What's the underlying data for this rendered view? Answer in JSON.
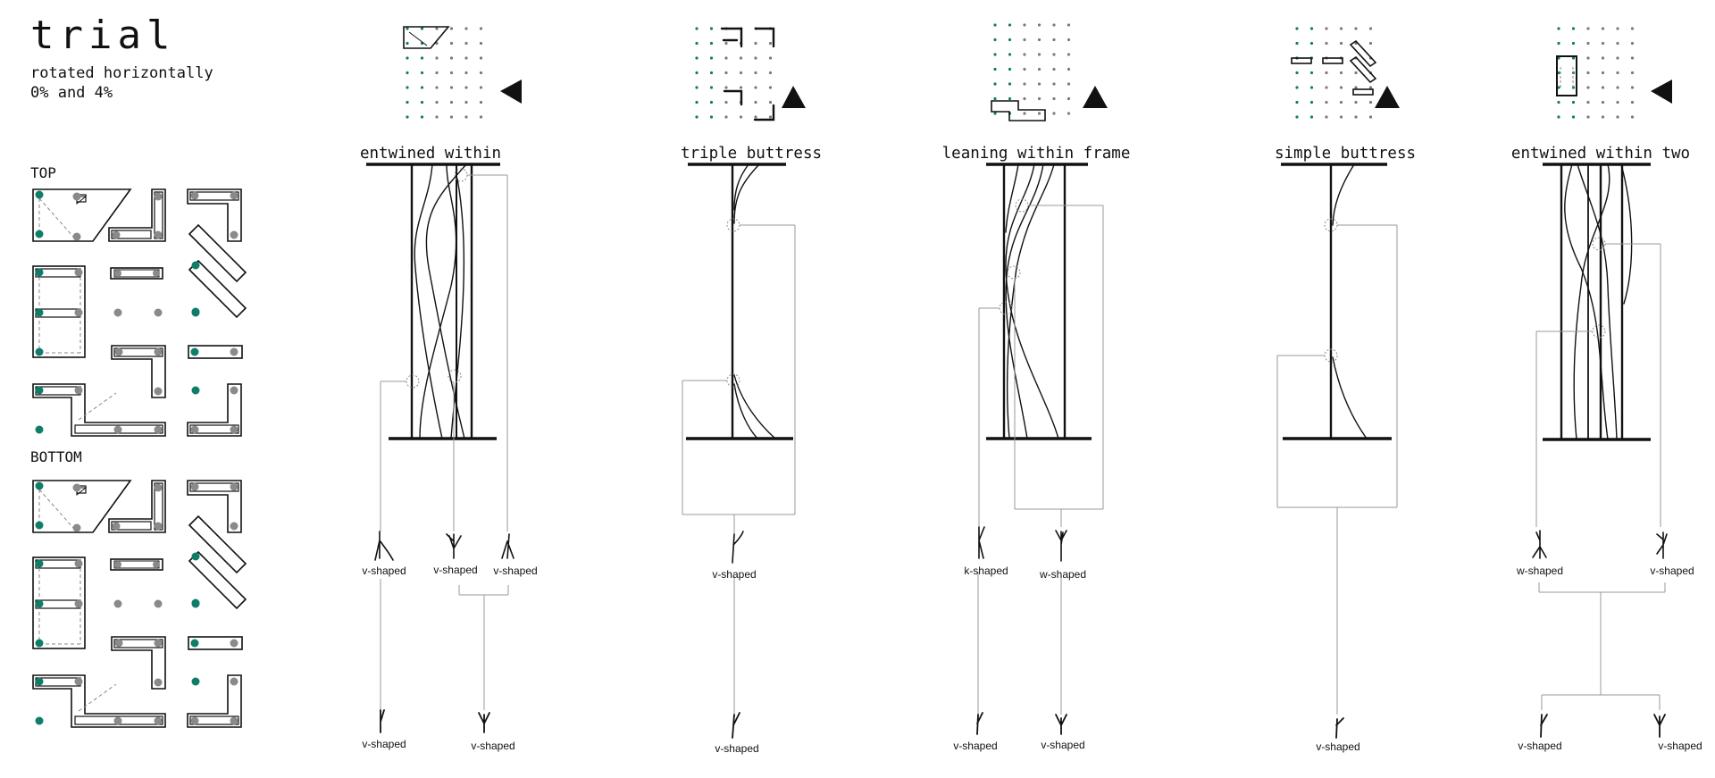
{
  "header": {
    "title": "trial",
    "subtitle_1": "rotated horizontally",
    "subtitle_2": "0% and 4%"
  },
  "plans": {
    "top_label": "TOP",
    "bottom_label": "BOTTOM"
  },
  "columns": [
    {
      "title": "entwined within",
      "labels": [
        "v-shaped",
        "v-shaped",
        "v-shaped",
        "v-shaped",
        "v-shaped"
      ]
    },
    {
      "title": "triple buttress",
      "labels": [
        "v-shaped",
        "v-shaped"
      ]
    },
    {
      "title": "leaning within frame",
      "labels": [
        "k-shaped",
        "w-shaped",
        "v-shaped",
        "v-shaped"
      ]
    },
    {
      "title": "simple buttress",
      "labels": [
        "v-shaped"
      ]
    },
    {
      "title": "entwined within two",
      "labels": [
        "w-shaped",
        "v-shaped",
        "v-shaped",
        "v-shaped"
      ]
    }
  ],
  "colors": {
    "line": "#111111",
    "thin_line": "#999999",
    "grid_dot_green": "#0f7d68",
    "grid_dot_gray": "#7a7a7a",
    "node_gray": "#8a8a8a",
    "node_green": "#0f7d68"
  }
}
